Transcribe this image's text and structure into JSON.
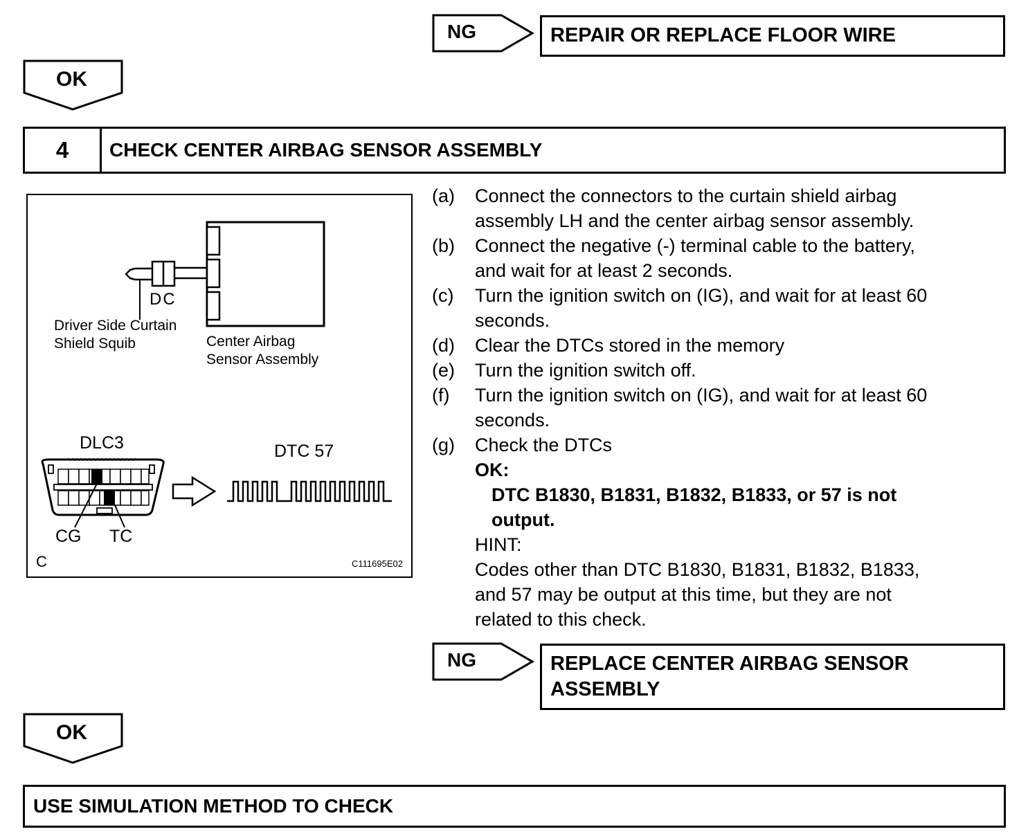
{
  "top_result": {
    "ng_label": "NG",
    "action": "REPAIR OR REPLACE FLOOR WIRE"
  },
  "ok_1": {
    "label": "OK"
  },
  "step": {
    "number": "4",
    "title": "CHECK CENTER AIRBAG SENSOR ASSEMBLY"
  },
  "figure": {
    "dc_label": "DC",
    "squib_label_1": "Driver Side Curtain",
    "squib_label_2": "Shield Squib",
    "sensor_label_1": "Center Airbag",
    "sensor_label_2": "Sensor Assembly",
    "dlc3_label": "DLC3",
    "dtc_label": "DTC 57",
    "cg_label": "CG",
    "tc_label": "TC",
    "corner_letter": "C",
    "figure_code": "C111695E02"
  },
  "instructions": [
    {
      "letter": "(a)",
      "lines": [
        "Connect the connectors to the curtain shield airbag",
        "assembly LH and the center airbag sensor assembly."
      ]
    },
    {
      "letter": "(b)",
      "lines": [
        "Connect the negative (-) terminal cable to the battery,",
        "and wait for at least 2 seconds."
      ]
    },
    {
      "letter": "(c)",
      "lines": [
        "Turn the ignition switch on (IG), and wait for at least 60",
        "seconds."
      ]
    },
    {
      "letter": "(d)",
      "lines": [
        "Clear the DTCs stored in the memory"
      ]
    },
    {
      "letter": "(e)",
      "lines": [
        "Turn the ignition switch off."
      ]
    },
    {
      "letter": "(f)",
      "lines": [
        "Turn the ignition switch on (IG), and wait for at least 60",
        "seconds."
      ]
    },
    {
      "letter": "(g)",
      "lines": [
        "Check the DTCs"
      ]
    }
  ],
  "ok_criteria": {
    "label": "OK:",
    "line_1": "DTC B1830, B1831, B1832, B1833, or 57 is not",
    "line_2": "output."
  },
  "hint": {
    "label": "HINT:",
    "line_1": "Codes other than DTC B1830, B1831, B1832, B1833,",
    "line_2": "and 57 may be output at this time, but they are not",
    "line_3": "related to this check."
  },
  "bottom_result": {
    "ng_label": "NG",
    "action_line_1": "REPLACE CENTER AIRBAG SENSOR",
    "action_line_2": "ASSEMBLY"
  },
  "ok_2": {
    "label": "OK"
  },
  "final_step": {
    "title": "USE SIMULATION METHOD TO CHECK"
  }
}
